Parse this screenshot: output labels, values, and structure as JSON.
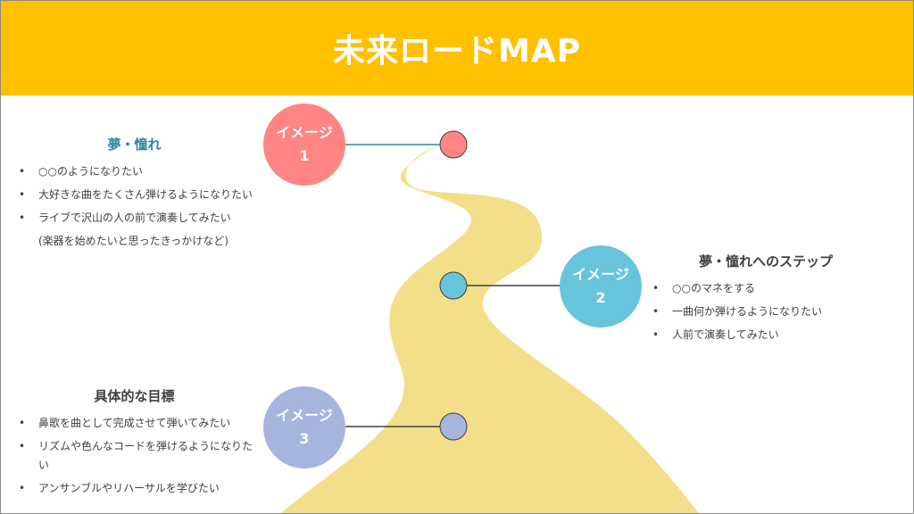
{
  "title": "未来ロードMAP",
  "colors": {
    "header": "#FFC000",
    "road": "#F3DE8A",
    "image1": "#FF8585",
    "image2": "#67C4DA",
    "image3": "#A6B5DE",
    "dream_heading": "#2B87A2"
  },
  "images": [
    {
      "label": "イメージ",
      "number": "1"
    },
    {
      "label": "イメージ",
      "number": "2"
    },
    {
      "label": "イメージ",
      "number": "3"
    }
  ],
  "sections": [
    {
      "heading": "夢・憧れ",
      "items": [
        "○○のようになりたい",
        "大好きな曲をたくさん弾けるようになりたい",
        "ライブで沢山の人の前で演奏してみたい"
      ],
      "note": "(楽器を始めたいと思ったきっかけなど)"
    },
    {
      "heading": "夢・憧れへのステップ",
      "items": [
        "○○のマネをする",
        "一曲何か弾けるようになりたい",
        "人前で演奏してみたい"
      ]
    },
    {
      "heading": "具体的な目標",
      "items": [
        "鼻歌を曲として完成させて弾いてみたい",
        "リズムや色んなコードを弾けるようになりたい",
        "アンサンブルやリハーサルを学びたい"
      ]
    }
  ]
}
